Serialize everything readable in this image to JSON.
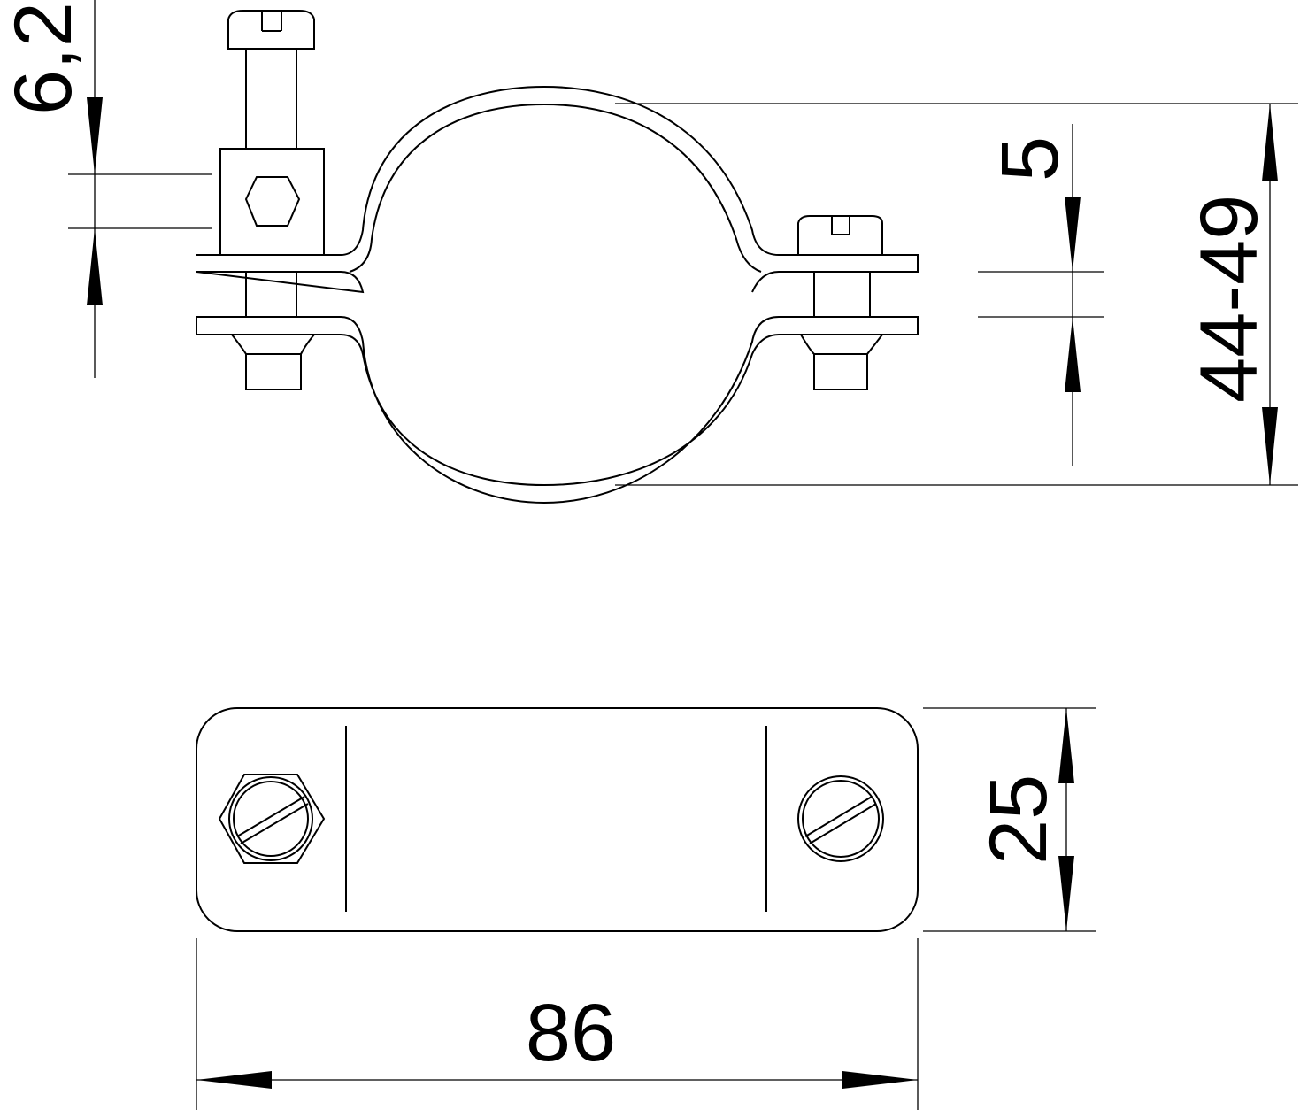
{
  "drawing": {
    "dimensions": {
      "screw_gap": "6,2",
      "flange_gap": "5",
      "pipe_diameter": "44-49",
      "width": "25",
      "length": "86"
    },
    "colors": {
      "line": "#000000",
      "background": "#ffffff"
    }
  }
}
